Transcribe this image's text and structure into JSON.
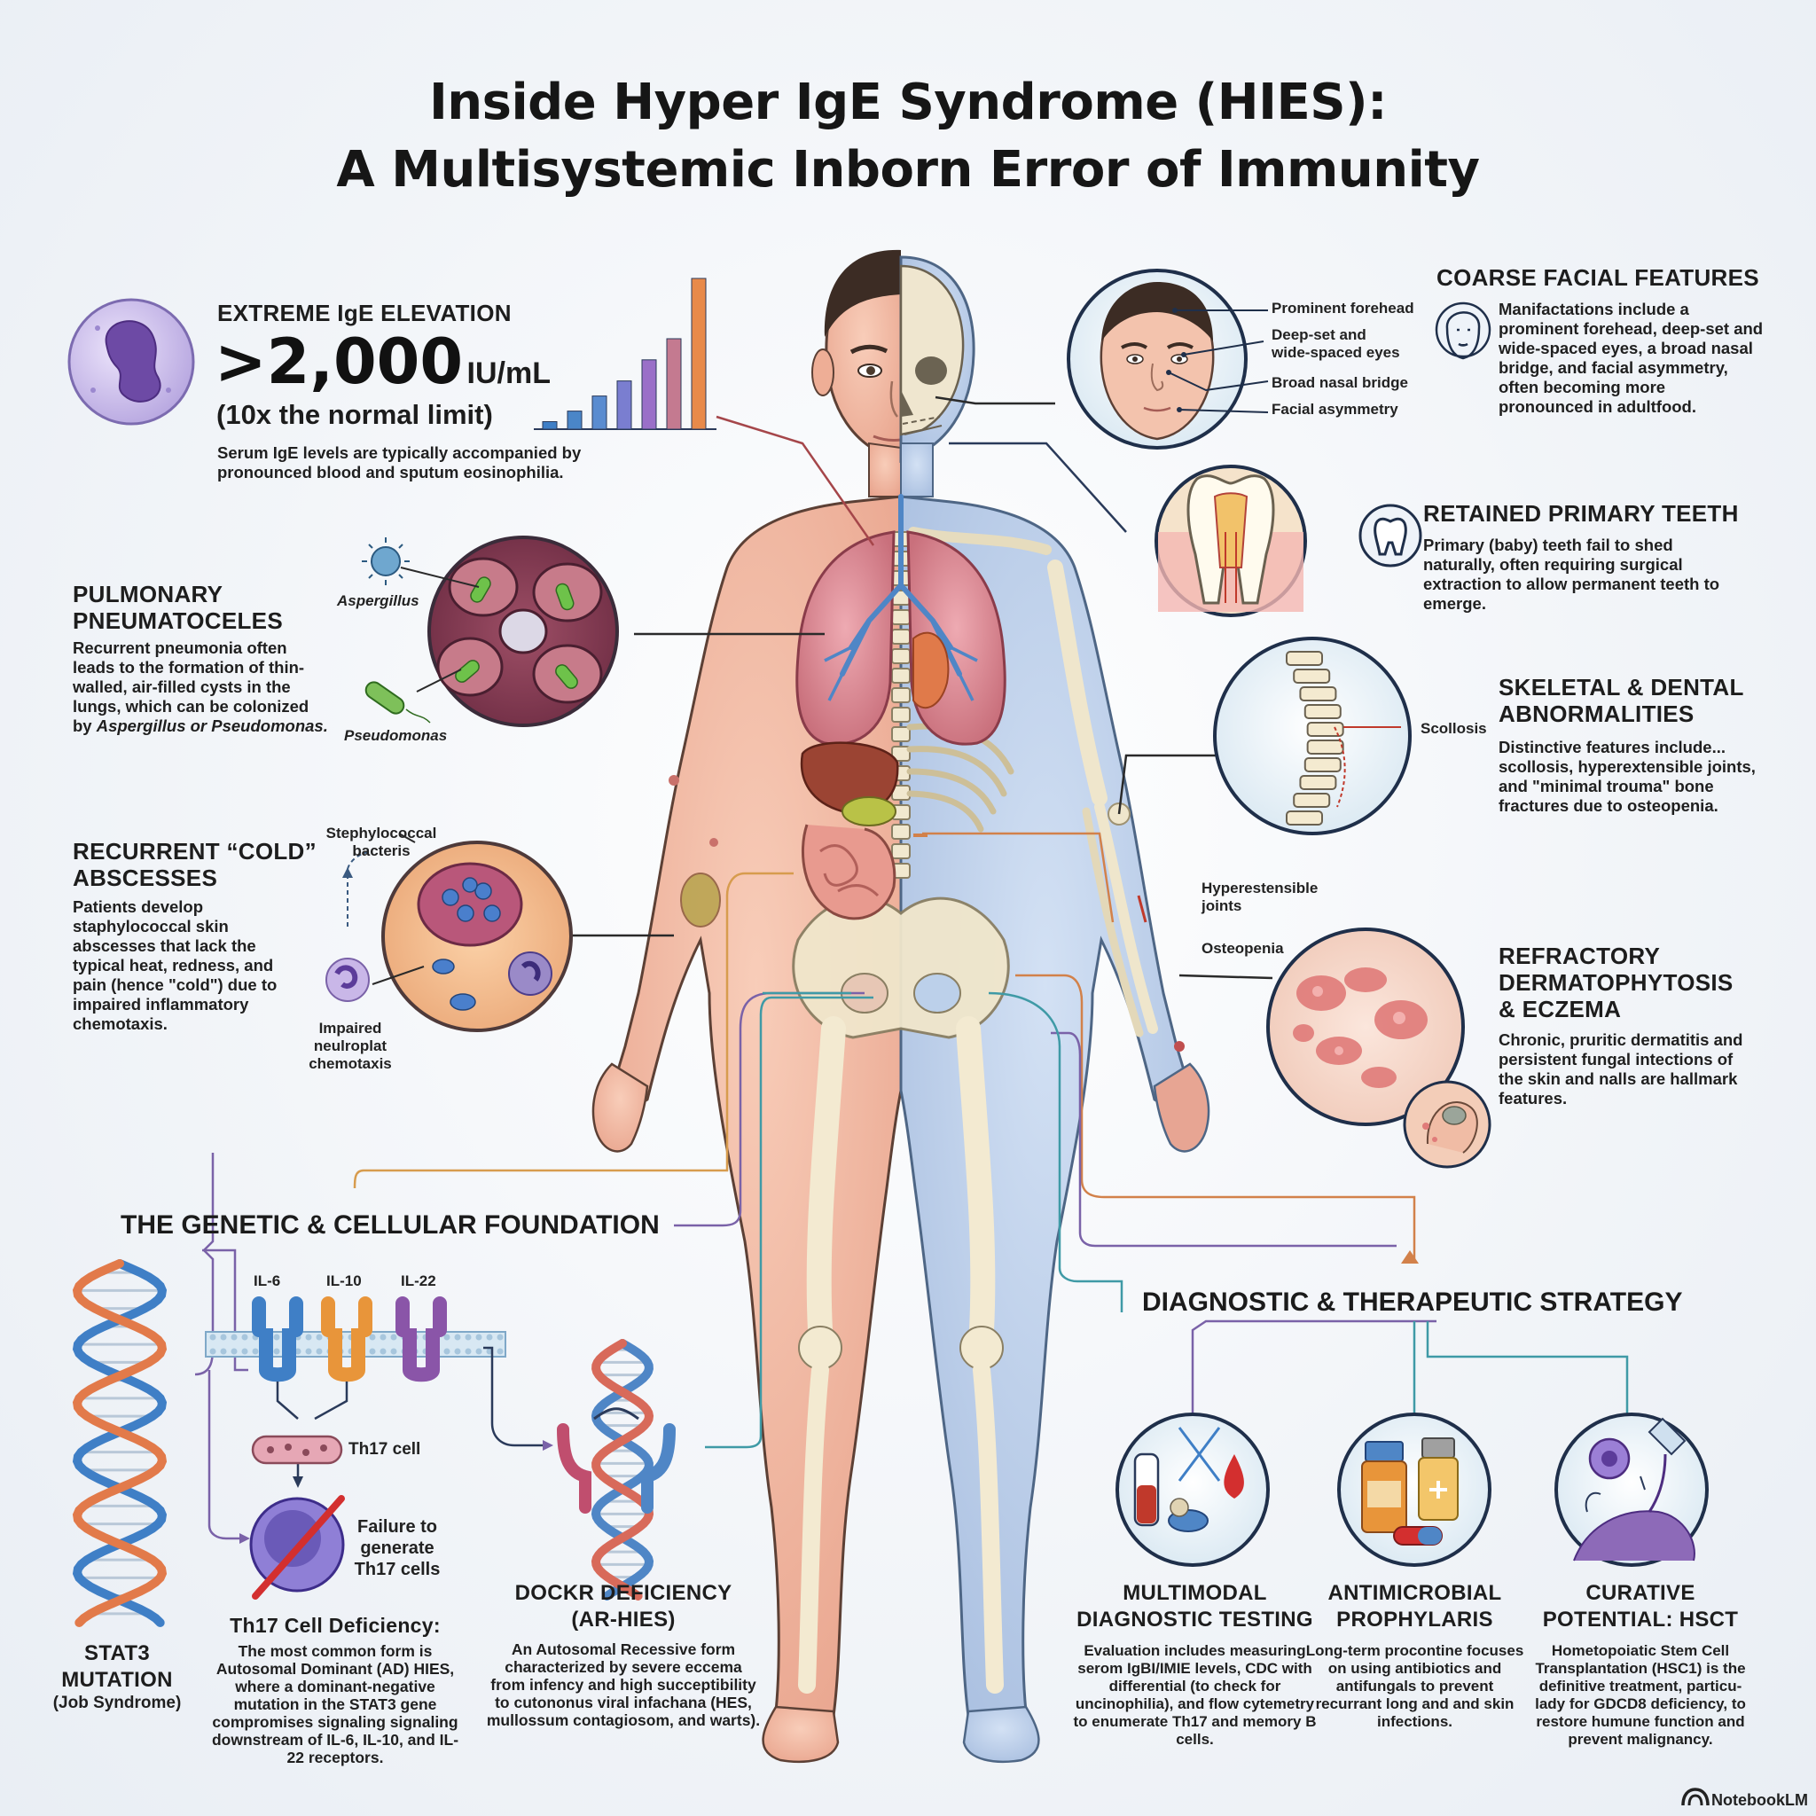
{
  "title": {
    "line1": "Inside Hyper IgE Syndrome (HIES):",
    "line2": "A Multisystemic Inborn Error of Immunity"
  },
  "ige": {
    "heading": "EXTREME IgE ELEVATION",
    "value": ">2,000",
    "unit": "IU/mL",
    "comparison": "(10x the normal limit)",
    "description": "Serum IgE levels are typically accompanied by pronounced blood and sputum eosinophilia.",
    "chart_bars": [
      0.05,
      0.12,
      0.22,
      0.32,
      0.46,
      0.6,
      1.0
    ]
  },
  "pulmonary": {
    "heading_l1": "PULMONARY",
    "heading_l2": "PNEUMATOCELES",
    "description": "Recurrent pneumonia often leads to the formation of thin-walled, air-filled cysts in the lungs, which can be colonized by",
    "organisms_line": "Aspergillus or Pseudomonas.",
    "label_aspergillus": "Aspergillus",
    "label_pseudomonas": "Pseudomonas"
  },
  "abscess": {
    "heading_l1": "RECURRENT “COLD”",
    "heading_l2": "ABSCESSES",
    "description": "Patients develop staphylococcal skin abscesses that lack the typical heat, redness, and pain (hence \"cold\") due to impaired inflammatory chemotaxis.",
    "label_bacteria_l1": "Stephylococcal",
    "label_bacteria_l2": "bacteris",
    "label_neutrophil_l1": "Impaired",
    "label_neutrophil_l2": "neulroplat",
    "label_neutrophil_l3": "chemotaxis"
  },
  "facial": {
    "heading": "COARSE FACIAL FEATURES",
    "labels": [
      "Prominent forehead",
      "Deep-set and",
      "wide-spaced eyes",
      "Broad nasal bridge",
      "Facial asymmetry"
    ],
    "description": "Manifactations include a prominent forehead, deep-set and wide-spaced eyes, a broad nasal bridge, and facial asymmetry, often becoming more pronounced in adultfood."
  },
  "teeth": {
    "heading": "RETAINED PRIMARY TEETH",
    "description": "Primary (baby) teeth fail to shed naturally, often requiring surgical extraction to allow permanent teeth to emerge."
  },
  "skeletal": {
    "heading_l1": "SKELETAL & DENTAL",
    "heading_l2": "ABNORMALITIES",
    "description": "Distinctive features include... scollosis, hyperextensible joints, and \"minimal trouma\" bone fractures due to osteopenia.",
    "label_scoliosis": "Scollosis",
    "label_joints_l1": "Hyperestensible",
    "label_joints_l2": "joints",
    "label_osteopenia": "Osteopenia"
  },
  "derm": {
    "heading_l1": "REFRACTORY",
    "heading_l2": "DERMATOPHYTOSIS",
    "heading_l3": "& ECZEMA",
    "description": "Chronic, pruritic dermatitis and persistent fungal intections of the skin and nalls are hallmark features."
  },
  "genetic": {
    "heading": "THE GENETIC & CELLULAR FOUNDATION",
    "receptors": [
      "IL-6",
      "IL-10",
      "IL-22"
    ],
    "th17_label": "Th17 cell",
    "failure_l1": "Failure to",
    "failure_l2": "generate",
    "failure_l3": "Th17 cells",
    "stat3_l1": "STAT3",
    "stat3_l2": "MUTATION",
    "stat3_l3": "(Job Syndrome)",
    "deficiency_heading": "Th17 Cell Deficiency:",
    "deficiency_text": "The most common form is Autosomal Dominant (AD) HIES, where a dominant-negative mutation in the STAT3 gene compromises signaling signaling downstream of IL-6, IL-10, and IL-22 receptors.",
    "dock8_heading_l1": "DOCKR DEFICIENCY",
    "dock8_heading_l2": "(AR-HIES)",
    "dock8_text": "An Autosomal Recessive form characterized by severe eccema from infency and high succeptibility to cutononus viral infachana (HES, mullossum contagiosom, and warts)."
  },
  "strategy": {
    "heading": "DIAGNOSTIC & THERAPEUTIC STRATEGY",
    "items": [
      {
        "title_l1": "MULTIMODAL",
        "title_l2": "DIAGNOSTIC TESTING",
        "text": "Evaluation includes measuring serom IgBI/IMIE levels, CDC with differential (to check for uncinophilia), and flow cytemetry to enumerate Th17 and memory B cells."
      },
      {
        "title_l1": "ANTIMICROBIAL",
        "title_l2": "PROPHYLARIS",
        "text": "Long-term procontine focuses on using antibiotics and antifungals to prevent recurrant long and and skin infections."
      },
      {
        "title_l1": "CURATIVE",
        "title_l2": "POTENTIAL: HSCT",
        "text": "Hometopoiatic Stem Cell Transplantation (HSC1) is the definitive treatment, particu-lady for GDCD8 deficiency, to restore humune function and prevent malignancy."
      }
    ]
  },
  "branding": {
    "label": "NotebookLM"
  },
  "colors": {
    "skin": "#f2b8a3",
    "skeleton_half": "#b9cbe6",
    "lung": "#d98a95",
    "accent_purple": "#6a4f9c",
    "accent_teal": "#3f9aa6",
    "accent_orange": "#d2814a"
  }
}
